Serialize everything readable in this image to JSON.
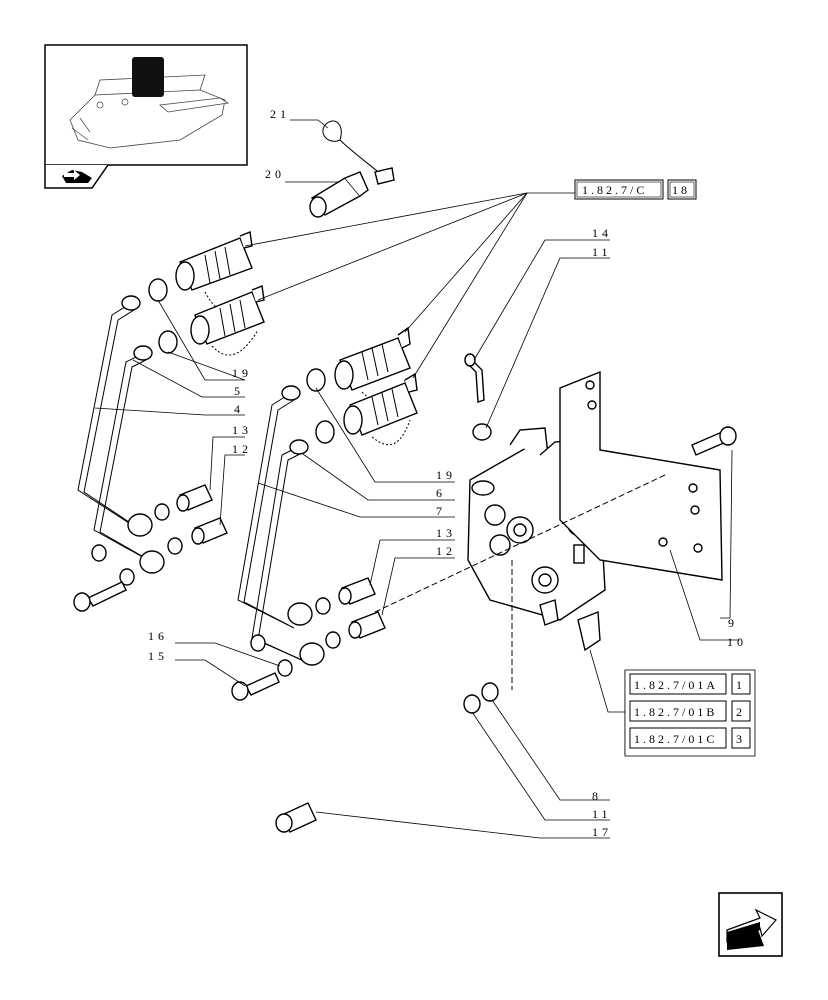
{
  "callouts": {
    "c21": "21",
    "c20": "20",
    "c14": "14",
    "c11a": "11",
    "c19a": "19",
    "c5": "5",
    "c4": "4",
    "c13a": "13",
    "c12a": "12",
    "c19b": "19",
    "c6": "6",
    "c7": "7",
    "c13b": "13",
    "c12b": "12",
    "c16": "16",
    "c15": "15",
    "c9": "9",
    "c10": "10",
    "c8": "8",
    "c11b": "11",
    "c17": "17"
  },
  "references": [
    {
      "code": "1.82.7/C",
      "num": "18"
    },
    {
      "code": "1.82.7/01A",
      "num": "1"
    },
    {
      "code": "1.82.7/01B",
      "num": "2"
    },
    {
      "code": "1.82.7/01C",
      "num": "3"
    }
  ],
  "icons": {
    "thumbnail": "tractor-lift-assembly-thumbnail",
    "section": "section-arrow-icon",
    "next": "next-page-arrow-icon"
  }
}
